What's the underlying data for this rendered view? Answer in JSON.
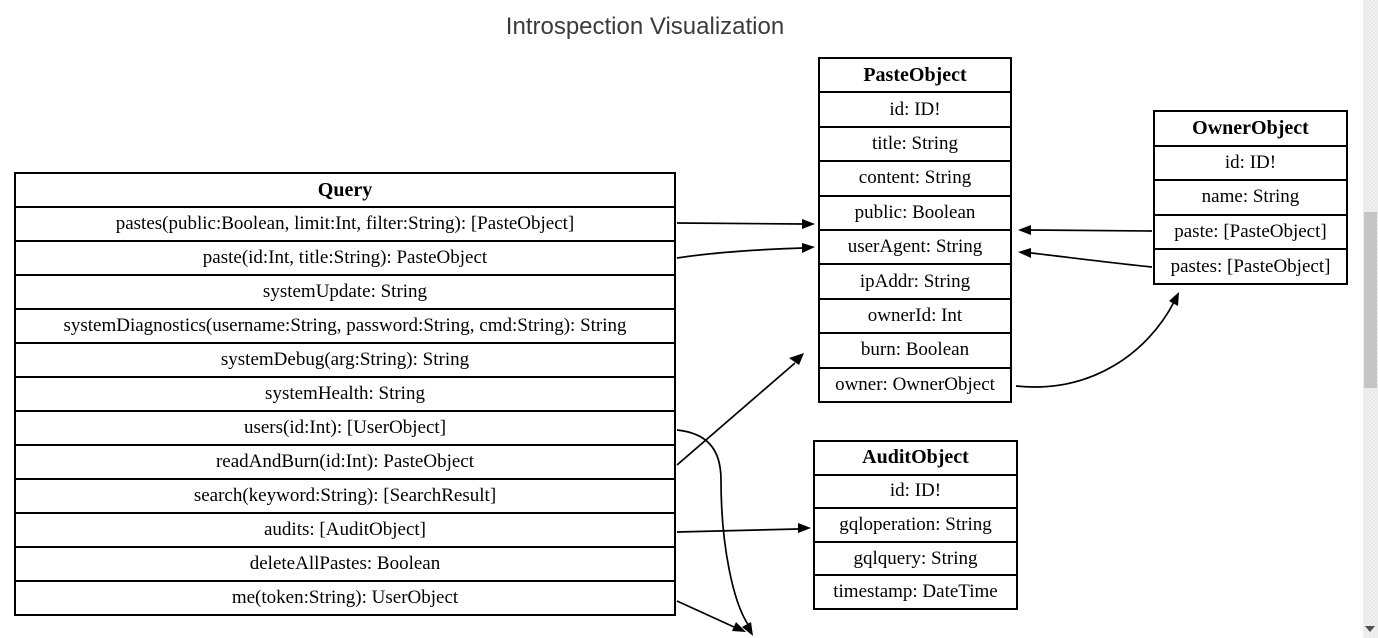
{
  "page": {
    "title": "Introspection Visualization"
  },
  "diagram": {
    "query": {
      "title": "Query",
      "rows": [
        "pastes(public:Boolean, limit:Int, filter:String): [PasteObject]",
        "paste(id:Int, title:String): PasteObject",
        "systemUpdate: String",
        "systemDiagnostics(username:String, password:String, cmd:String): String",
        "systemDebug(arg:String): String",
        "systemHealth: String",
        "users(id:Int): [UserObject]",
        "readAndBurn(id:Int): PasteObject",
        "search(keyword:String): [SearchResult]",
        "audits: [AuditObject]",
        "deleteAllPastes: Boolean",
        "me(token:String): UserObject"
      ]
    },
    "paste_object": {
      "title": "PasteObject",
      "rows": [
        "id: ID!",
        "title: String",
        "content: String",
        "public: Boolean",
        "userAgent: String",
        "ipAddr: String",
        "ownerId: Int",
        "burn: Boolean",
        "owner: OwnerObject"
      ]
    },
    "owner_object": {
      "title": "OwnerObject",
      "rows": [
        "id: ID!",
        "name: String",
        "paste: [PasteObject]",
        "pastes: [PasteObject]"
      ]
    },
    "audit_object": {
      "title": "AuditObject",
      "rows": [
        "id: ID!",
        "gqloperation: String",
        "gqlquery: String",
        "timestamp: DateTime"
      ]
    },
    "edges": [
      {
        "from": "Query.pastes",
        "to": "PasteObject"
      },
      {
        "from": "Query.paste",
        "to": "PasteObject"
      },
      {
        "from": "Query.users",
        "to": "offscreen-below"
      },
      {
        "from": "Query.readAndBurn",
        "to": "PasteObject"
      },
      {
        "from": "Query.audits",
        "to": "AuditObject"
      },
      {
        "from": "Query.me",
        "to": "offscreen-below"
      },
      {
        "from": "OwnerObject.paste",
        "to": "PasteObject"
      },
      {
        "from": "OwnerObject.pastes",
        "to": "PasteObject"
      },
      {
        "from": "PasteObject.owner",
        "to": "OwnerObject"
      }
    ]
  },
  "colors": {
    "line": "#000000",
    "box_border": "#000000",
    "box_text": "#000000",
    "title_text": "#3b3b3b",
    "scrollbar_track": "#f1f1f1",
    "scrollbar_thumb": "#c5c5c5",
    "scrollbar_arrow": "#505050"
  },
  "icons": {
    "scroll_down": "triangle-down"
  }
}
